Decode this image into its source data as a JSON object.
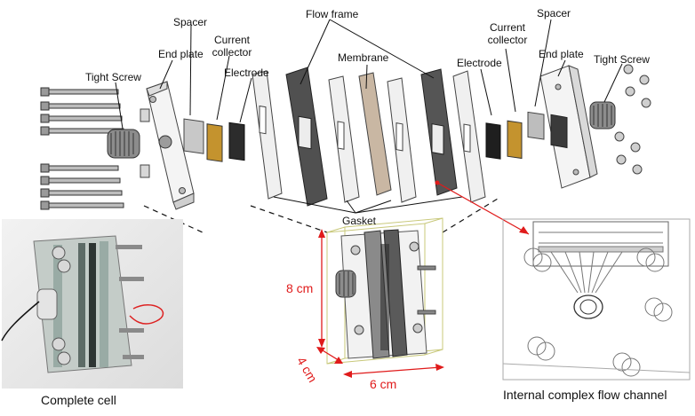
{
  "labels": {
    "spacer_left": "Spacer",
    "end_plate_left": "End plate",
    "current_collector_left": "Current\ncollector",
    "electrode_left": "Electrode",
    "tight_screw_left": "Tight Screw",
    "flow_frame": "Flow frame",
    "membrane": "Membrane",
    "electrode_right": "Electrode",
    "current_collector_right": "Current\ncollector",
    "spacer_right": "Spacer",
    "end_plate_right": "End plate",
    "tight_screw_right": "Tight Screw",
    "gasket": "Gasket"
  },
  "dimensions": {
    "height": "8 cm",
    "depth": "4 cm",
    "width": "6 cm"
  },
  "captions": {
    "complete_cell": "Complete cell",
    "flow_channel": "Internal complex flow channel"
  },
  "colors": {
    "annotation_red": "#e01b1b",
    "leader_black": "#111111",
    "plate_light": "#eeeeee",
    "plate_dark": "#4a4a4a",
    "membrane": "#c9b7a3",
    "collector": "#c4932e"
  }
}
